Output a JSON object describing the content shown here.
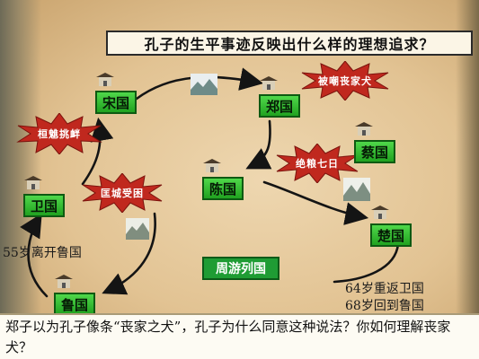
{
  "title": "孔子的生平事迹反映出什么样的理想追求？",
  "states": {
    "song": "宋国",
    "zheng": "郑国",
    "cai": "蔡国",
    "chen": "陈国",
    "wei": "卫国",
    "chu": "楚国",
    "lu": "鲁国"
  },
  "events": {
    "huan_tui": "桓魋挑衅",
    "pi_chao": "被嘲丧家犬",
    "kuang_cheng": "匡城受困",
    "jue_liang": "绝粮七日"
  },
  "notes": {
    "leave_lu": "55岁离开鲁国",
    "return_wei": "64岁重返卫国",
    "return_lu": "68岁回到鲁国"
  },
  "center_label": "周游列国",
  "question": "郑子以为孔子像条“丧家之犬”，孔子为什么同意这种说法？你如何理解丧家犬？",
  "colors": {
    "state_green": "#2bb82a",
    "burst_red": "#c0281e",
    "arrow": "#141414"
  }
}
